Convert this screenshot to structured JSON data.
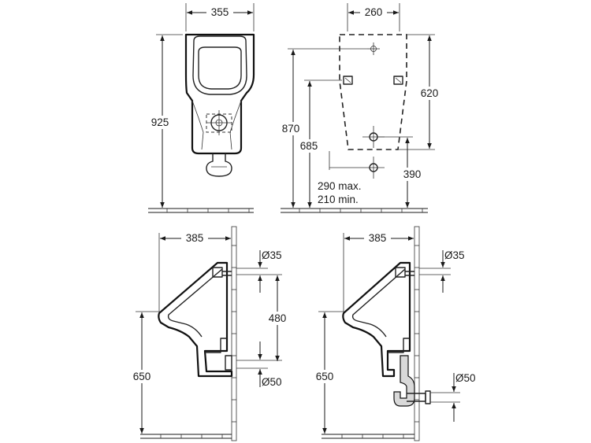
{
  "front_view": {
    "width": "355",
    "height": "925"
  },
  "rear_view": {
    "width": "260",
    "bracket_height": "620",
    "overall_height": "870",
    "center_height": "685",
    "outlet_height": "390",
    "max_label": "290 max.",
    "min_label": "210 min."
  },
  "side_view_left": {
    "depth": "385",
    "inlet_diameter": "Ø35",
    "inlet_outlet_distance": "480",
    "rim_height": "650",
    "outlet_diameter": "Ø50"
  },
  "side_view_right": {
    "depth": "385",
    "inlet_diameter": "Ø35",
    "rim_height": "650",
    "outlet_diameter": "Ø50"
  },
  "colors": {
    "line": "#1a1a1a",
    "background": "#ffffff",
    "trap_fill": "#d9d9d9"
  }
}
